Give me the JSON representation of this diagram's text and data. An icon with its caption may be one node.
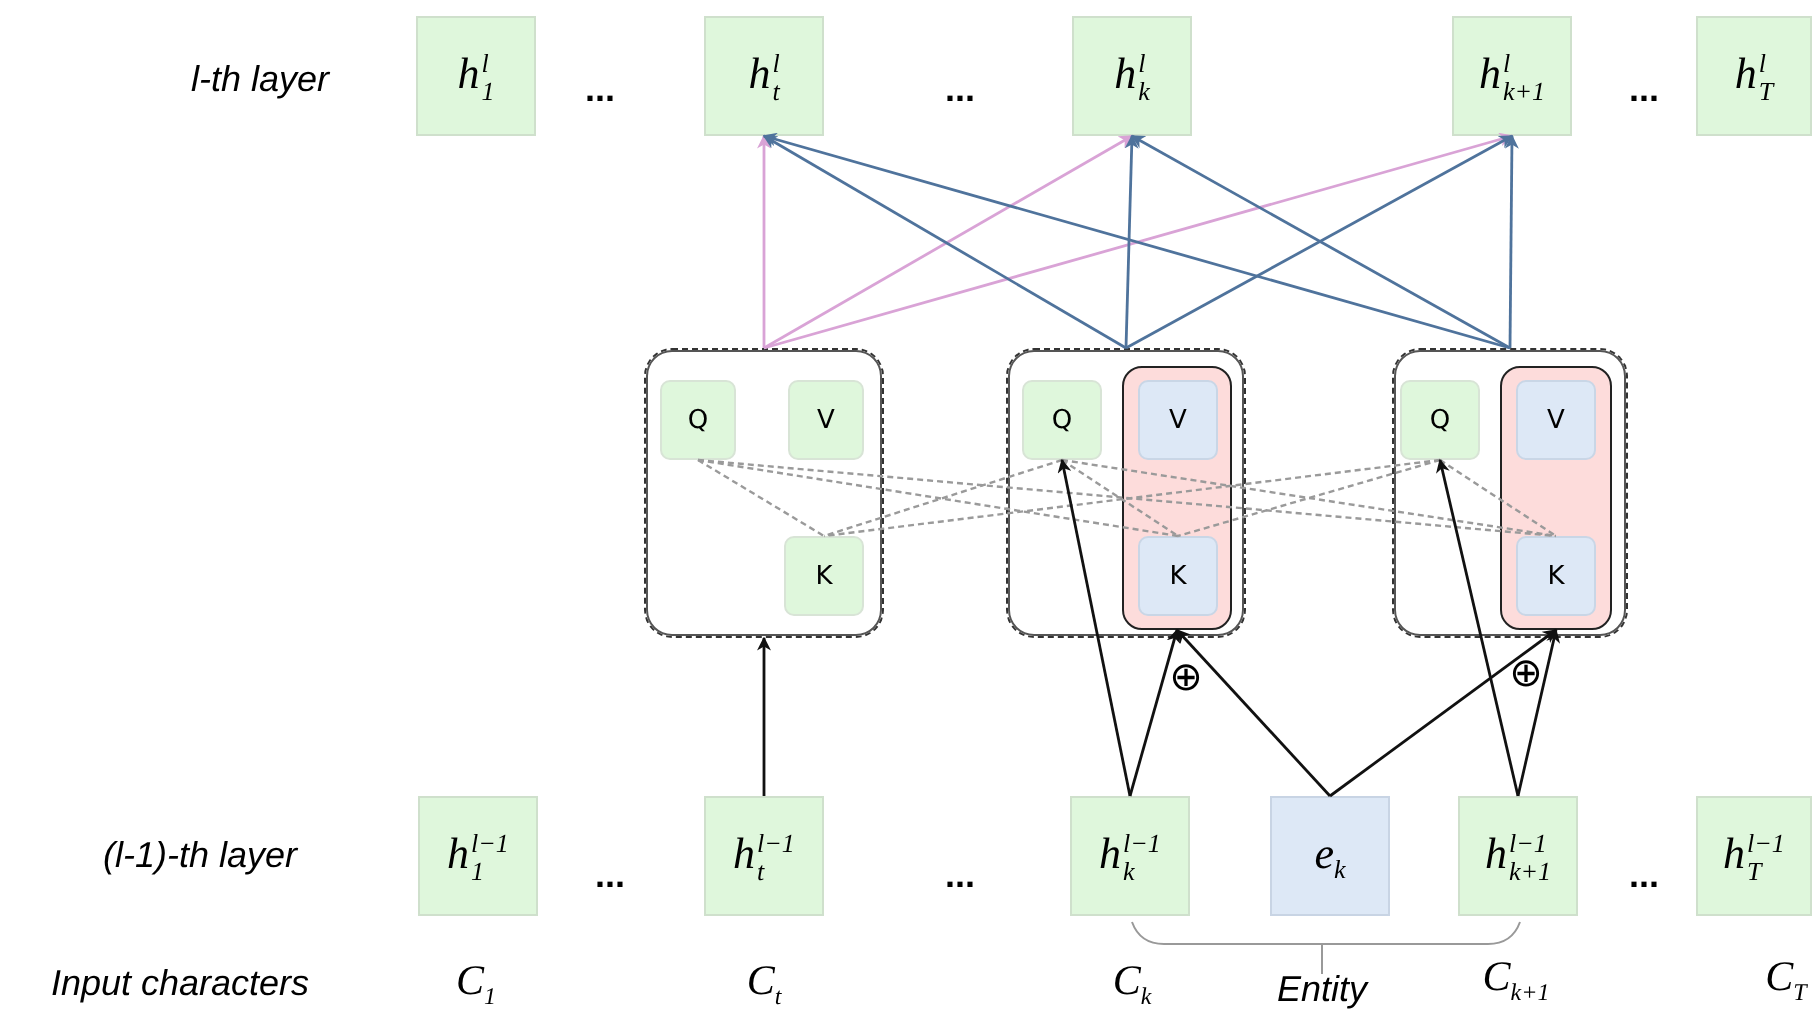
{
  "diagram": {
    "nodes": [
      {
        "text": [
          "h$^{l}$$_{1}$"
        ]
      },
      {
        "text": [
          "h$^{l}$$_{t}$"
        ]
      },
      {
        "text": [
          "h$^{l}$$_{k}$"
        ]
      },
      {
        "text": [
          "h$^{l}$$_{k+1}$"
        ]
      },
      {
        "text": [
          "h$^{l}$$_{T}$"
        ]
      },
      {
        "text": [],
        "shape": "box"
      },
      {
        "text": [
          "Q"
        ],
        "in": 5
      },
      {
        "text": [
          "V"
        ],
        "in": 5
      },
      {
        "text": [
          "K"
        ],
        "in": 5
      },
      {
        "text": [],
        "shape": "box"
      },
      {
        "text": [
          "Q"
        ],
        "in": 9
      },
      {
        "text": [],
        "shape": "box",
        "in": 9
      },
      {
        "text": [
          "V"
        ],
        "in": 11
      },
      {
        "text": [
          "K"
        ],
        "in": 11
      },
      {
        "text": [],
        "shape": "box"
      },
      {
        "text": [
          "Q"
        ],
        "in": 14
      },
      {
        "text": [],
        "shape": "box",
        "in": 14
      },
      {
        "text": [
          "V"
        ],
        "in": 16
      },
      {
        "text": [
          "K"
        ],
        "in": 16
      },
      {
        "text": [
          "h$^{l−1}$$_{1}$"
        ]
      },
      {
        "text": [
          "h$^{l−1}$$_{t}$"
        ]
      },
      {
        "text": [
          "h$^{l−1}$$_{k}$"
        ]
      },
      {
        "text": [
          "e$_{k}$"
        ]
      },
      {
        "text": [
          "h$^{l−1}$$_{k+1}$"
        ]
      },
      {
        "text": [
          "h$^{l−1}$$_{T}$"
        ]
      }
    ],
    "edges": [
      {
        "from": 5,
        "to": 1,
        "arrow": "to",
        "color": "#d9a3d6"
      },
      {
        "from": 5,
        "to": 2,
        "arrow": "to",
        "color": "#d9a3d6"
      },
      {
        "from": 5,
        "to": 3,
        "arrow": "to",
        "color": "#d9a3d6"
      },
      {
        "from": 9,
        "to": 1,
        "arrow": "to",
        "color": "#4f739c"
      },
      {
        "from": 9,
        "to": 2,
        "arrow": "to",
        "color": "#4f739c"
      },
      {
        "from": 9,
        "to": 3,
        "arrow": "to",
        "color": "#4f739c"
      },
      {
        "from": 14,
        "to": 1,
        "arrow": "to",
        "color": "#4f739c"
      },
      {
        "from": 14,
        "to": 2,
        "arrow": "to",
        "color": "#4f739c"
      },
      {
        "from": 14,
        "to": 3,
        "arrow": "to",
        "color": "#4f739c"
      },
      {
        "from": 6,
        "to": 8,
        "arrow": "none",
        "style": "dashed",
        "color": "#9a9a9a"
      },
      {
        "from": 6,
        "to": 13,
        "arrow": "none",
        "style": "dashed",
        "color": "#9a9a9a"
      },
      {
        "from": 6,
        "to": 18,
        "arrow": "none",
        "style": "dashed",
        "color": "#9a9a9a"
      },
      {
        "from": 10,
        "to": 8,
        "arrow": "none",
        "style": "dashed",
        "color": "#9a9a9a"
      },
      {
        "from": 10,
        "to": 13,
        "arrow": "none",
        "style": "dashed",
        "color": "#9a9a9a"
      },
      {
        "from": 10,
        "to": 18,
        "arrow": "none",
        "style": "dashed",
        "color": "#9a9a9a"
      },
      {
        "from": 15,
        "to": 8,
        "arrow": "none",
        "style": "dashed",
        "color": "#9a9a9a"
      },
      {
        "from": 15,
        "to": 13,
        "arrow": "none",
        "style": "dashed",
        "color": "#9a9a9a"
      },
      {
        "from": 15,
        "to": 18,
        "arrow": "none",
        "style": "dashed",
        "color": "#9a9a9a"
      },
      {
        "from": 20,
        "to": 5,
        "arrow": "to",
        "color": "#111111"
      },
      {
        "from": 21,
        "to": 10,
        "arrow": "to",
        "color": "#111111"
      },
      {
        "from": 21,
        "to": 11,
        "arrow": "to",
        "color": "#111111"
      },
      {
        "from": 22,
        "to": 11,
        "arrow": "to",
        "color": "#111111"
      },
      {
        "from": 22,
        "to": 16,
        "arrow": "to",
        "color": "#111111"
      },
      {
        "from": 23,
        "to": 15,
        "arrow": "to",
        "color": "#111111"
      },
      {
        "from": 23,
        "to": 16,
        "arrow": "to",
        "color": "#111111"
      }
    ],
    "labels": [
      "l-th layer",
      "...",
      "...",
      "...",
      "⊕",
      "⊕",
      "(l-1)-th layer",
      "...",
      "...",
      "...",
      "Input characters",
      "C$_{1}$",
      "C$_{t}$",
      "C$_{k}$",
      "Entity",
      "C$_{k+1}$",
      "C$_{T}$"
    ]
  }
}
